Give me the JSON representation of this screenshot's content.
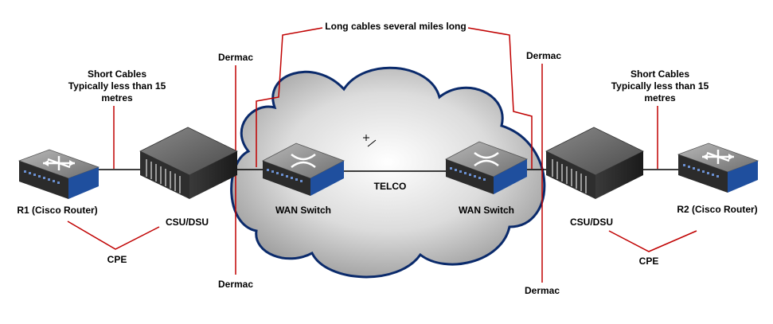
{
  "labels": {
    "long_cables": "Long cables several miles long",
    "short_cables_left": [
      "Short Cables",
      "Typically less than 15",
      "metres"
    ],
    "short_cables_right": [
      "Short Cables",
      "Typically less than 15",
      "metres"
    ],
    "dermac_top_left": "Dermac",
    "dermac_bottom_left": "Dermac",
    "dermac_top_right": "Dermac",
    "dermac_bottom_right": "Dermac",
    "r1": "R1 (Cisco Router)",
    "r2": "R2 (Cisco Router)",
    "csu_left": "CSU/DSU",
    "csu_right": "CSU/DSU",
    "wan_left": "WAN Switch",
    "wan_right": "WAN Switch",
    "telco": "TELCO",
    "cpe_left": "CPE",
    "cpe_right": "CPE"
  },
  "colors": {
    "annotation_line": "#c00000",
    "cloud_outline": "#0a2a6b",
    "link_line": "#000000",
    "device_accent": "#1f4f9e"
  },
  "icons": [
    "router-icon",
    "csu-dsu-server-icon",
    "wan-switch-icon",
    "cloud-icon"
  ]
}
